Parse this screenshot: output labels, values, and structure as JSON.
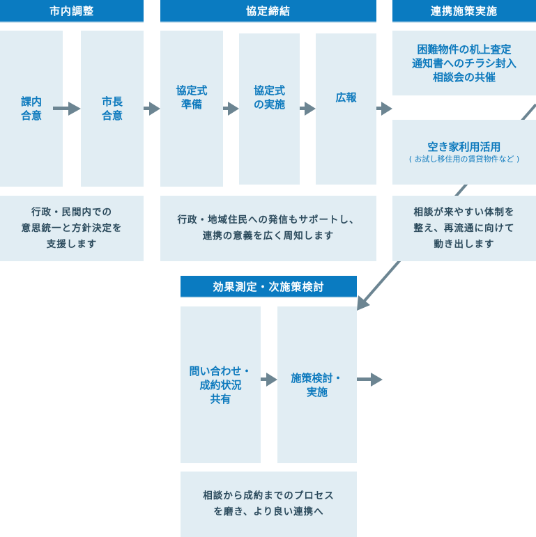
{
  "colors": {
    "header": "#0a7bc1",
    "box": "#e1edf3",
    "box_text": "#0c79bd",
    "desc_text": "#2b4a5c",
    "arrow": "#6c8592"
  },
  "headers": {
    "city": "市内調整",
    "agreement": "協定締結",
    "implementation": "連携施策実施",
    "evaluation": "効果測定・次施策検討"
  },
  "steps": {
    "s1": [
      "課内",
      "合意"
    ],
    "s2": [
      "市長",
      "合意"
    ],
    "s3": [
      "協定式",
      "準備"
    ],
    "s4": [
      "協定式",
      "の実施"
    ],
    "s5": [
      "広報"
    ],
    "s6": [
      "困難物件の机上査定",
      "通知書へのチラシ封入",
      "相談会の共催"
    ],
    "s7": {
      "title": "空き家利用活用",
      "note": "( お試し移住用の賃貸物件など )"
    },
    "s8": [
      "問い合わせ・",
      "成約状況",
      "共有"
    ],
    "s9": [
      "施策検討・",
      "実施"
    ]
  },
  "descriptions": {
    "city": [
      "行政・民間内での",
      "意思統一と方針決定を",
      "支援します"
    ],
    "agreement": [
      "行政・地域住民への発信もサポートし、",
      "連携の意義を広く周知します"
    ],
    "implementation": [
      "相談が来やすい体制を",
      "整え、再流通に向けて",
      "動き出します"
    ],
    "evaluation": [
      "相談から成約までのプロセス",
      "を磨き、より良い連携へ"
    ]
  }
}
